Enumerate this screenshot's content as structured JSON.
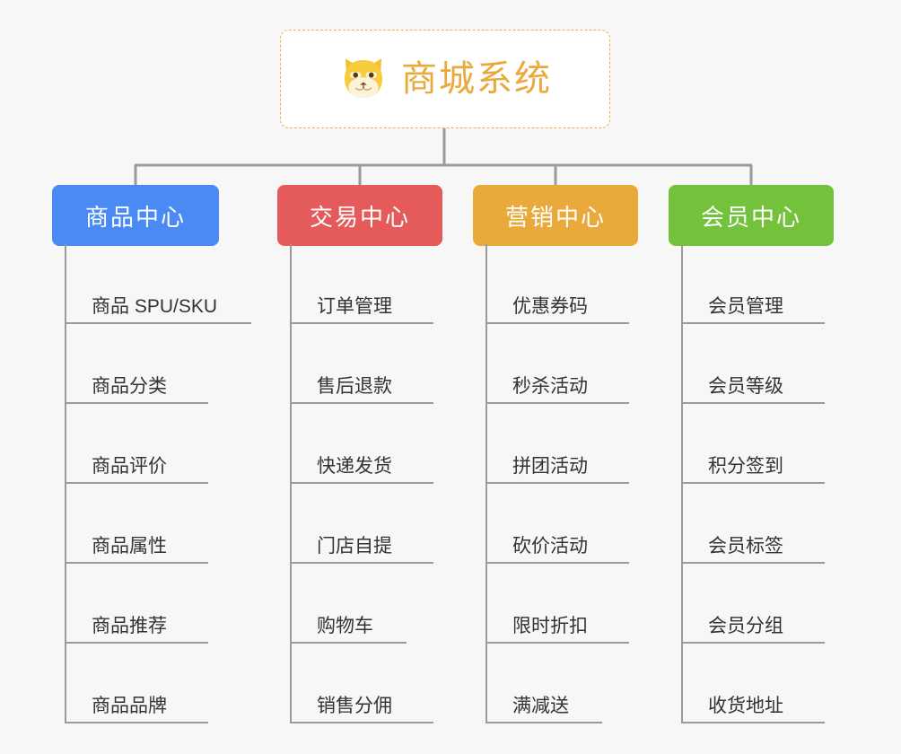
{
  "diagram": {
    "type": "organization-tree",
    "background_color": "#f7f7f7",
    "connector_color": "#9b9b9b"
  },
  "root": {
    "title": "商城系统",
    "icon": "shiba-dog-face-icon",
    "text_color": "#eaa93b",
    "border_color": "#e8b44a",
    "background_color": "#ffffff"
  },
  "branches": [
    {
      "label": "商品中心",
      "color": "#4a8af4",
      "items": [
        "商品 SPU/SKU",
        "商品分类",
        "商品评价",
        "商品属性",
        "商品推荐",
        "商品品牌"
      ]
    },
    {
      "label": "交易中心",
      "color": "#e55b5b",
      "items": [
        "订单管理",
        "售后退款",
        "快递发货",
        "门店自提",
        "购物车",
        "销售分佣"
      ]
    },
    {
      "label": "营销中心",
      "color": "#eaa93b",
      "items": [
        "优惠券码",
        "秒杀活动",
        "拼团活动",
        "砍价活动",
        "限时折扣",
        "满减送"
      ]
    },
    {
      "label": "会员中心",
      "color": "#74c13c",
      "items": [
        "会员管理",
        "会员等级",
        "积分签到",
        "会员标签",
        "会员分组",
        "收货地址"
      ]
    }
  ]
}
